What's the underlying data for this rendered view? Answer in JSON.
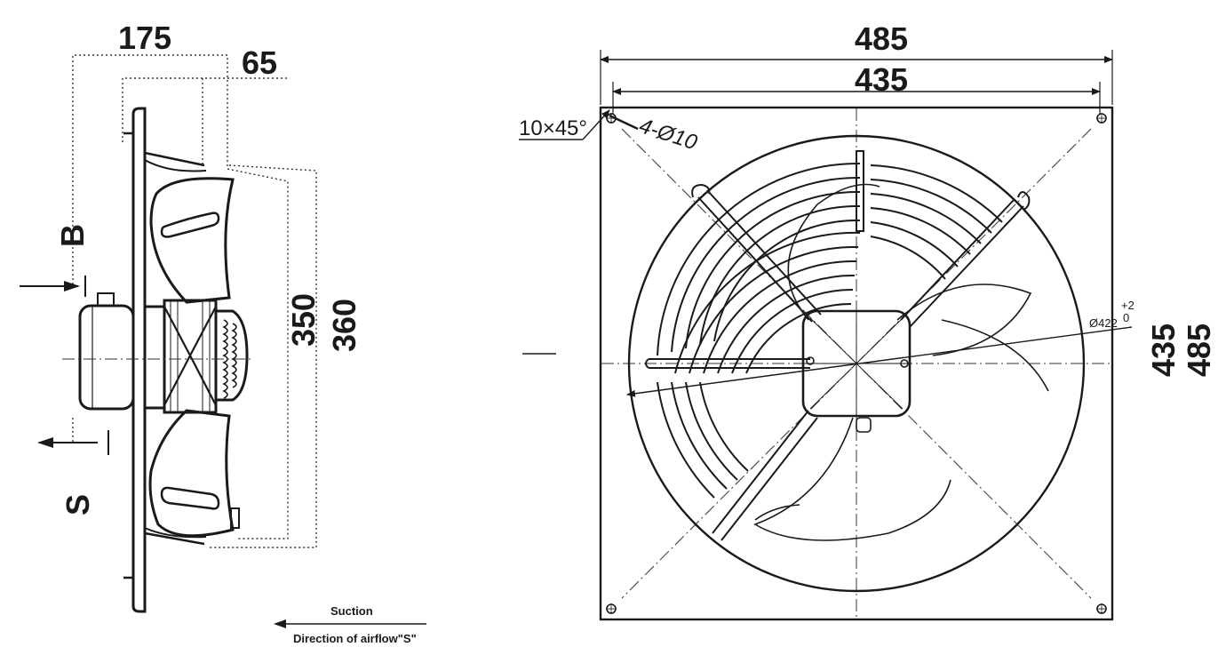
{
  "side_view": {
    "dim_175": "175",
    "dim_65": "65",
    "dim_350": "350",
    "dim_360": "360",
    "label_b": "B",
    "label_s": "S"
  },
  "airflow_note": {
    "line1": "Suction",
    "line2": "Direction of airflow\"S\""
  },
  "front_view": {
    "dim_485_top": "485",
    "dim_435_top": "435",
    "chamfer": "10×45°",
    "holes": "4-Ø10",
    "diameter": "Ø422",
    "tol_upper": "+2",
    "tol_lower": "0",
    "dim_435_right": "435",
    "dim_485_right": "485"
  }
}
